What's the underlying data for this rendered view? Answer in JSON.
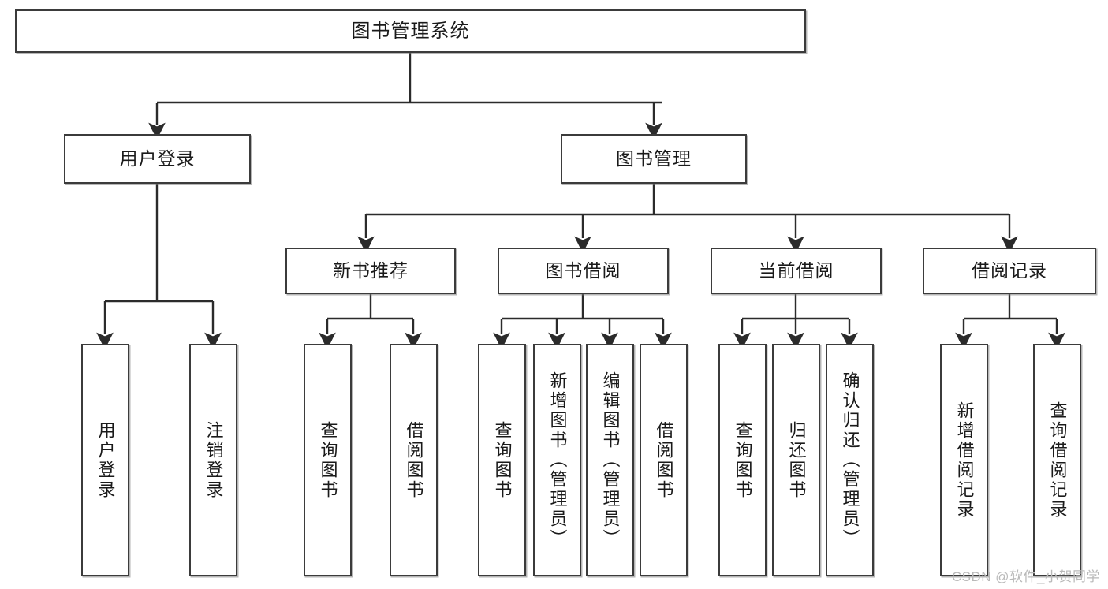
{
  "diagram": {
    "title": "图书管理系统",
    "type": "tree-hierarchy",
    "watermark": "CSDN @软件_小贺同学",
    "colors": {
      "node_border": "#3b3b3b",
      "node_fill": "#ffffff",
      "edge": "#2b2b2b",
      "text": "#1a1a1a",
      "watermark": "#b9b9b9",
      "background": "#ffffff"
    }
  },
  "nodes": {
    "root": {
      "label": "图书管理系统"
    },
    "level2": [
      {
        "id": "user-login",
        "label": "用户登录"
      },
      {
        "id": "book-manage",
        "label": "图书管理"
      }
    ],
    "level3": [
      {
        "id": "new-book-recommend",
        "label": "新书推荐"
      },
      {
        "id": "book-borrow",
        "label": "图书借阅"
      },
      {
        "id": "current-borrow",
        "label": "当前借阅"
      },
      {
        "id": "borrow-record",
        "label": "借阅记录"
      }
    ],
    "leaves": {
      "user-login": [
        {
          "id": "leaf-user-login",
          "label": "用户登录"
        },
        {
          "id": "leaf-logout-login",
          "label": "注销登录"
        }
      ],
      "new-book-recommend": [
        {
          "id": "leaf-query-book-1",
          "label": "查询图书"
        },
        {
          "id": "leaf-borrow-book-1",
          "label": "借阅图书"
        }
      ],
      "book-borrow": [
        {
          "id": "leaf-query-book-2",
          "label": "查询图书"
        },
        {
          "id": "leaf-add-book",
          "label": "新增图书（管理员）"
        },
        {
          "id": "leaf-edit-book",
          "label": "编辑图书（管理员）"
        },
        {
          "id": "leaf-borrow-book-2",
          "label": "借阅图书"
        }
      ],
      "current-borrow": [
        {
          "id": "leaf-query-book-3",
          "label": "查询图书"
        },
        {
          "id": "leaf-return-book",
          "label": "归还图书"
        },
        {
          "id": "leaf-confirm-return",
          "label": "确认归还（管理员）"
        }
      ],
      "borrow-record": [
        {
          "id": "leaf-add-record",
          "label": "新增借阅记录"
        },
        {
          "id": "leaf-query-record",
          "label": "查询借阅记录"
        }
      ]
    }
  }
}
